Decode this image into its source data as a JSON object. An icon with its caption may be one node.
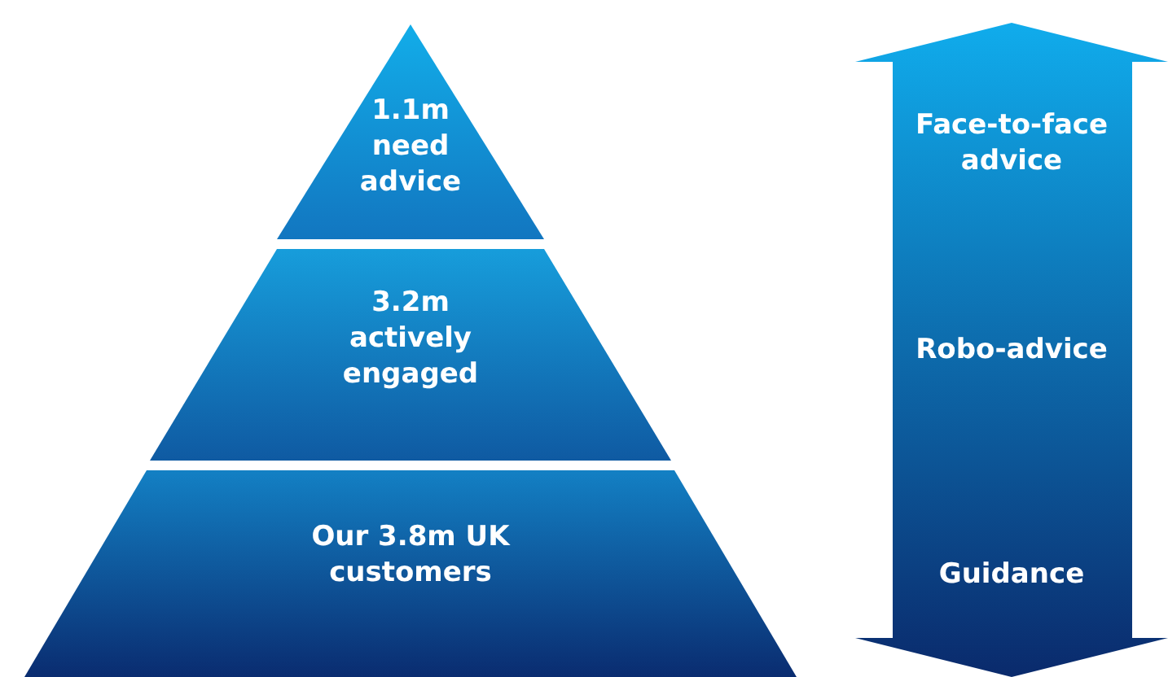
{
  "diagram": {
    "nodes": [
      {
        "text": [
          "1.1m need advice"
        ]
      },
      {
        "text": [
          "3.2m actively engaged"
        ]
      },
      {
        "text": [
          "Our 3.8m UK customers"
        ]
      },
      {
        "text": [
          "Face-to-face advice",
          "Robo-advice",
          "Guidance"
        ]
      }
    ]
  }
}
